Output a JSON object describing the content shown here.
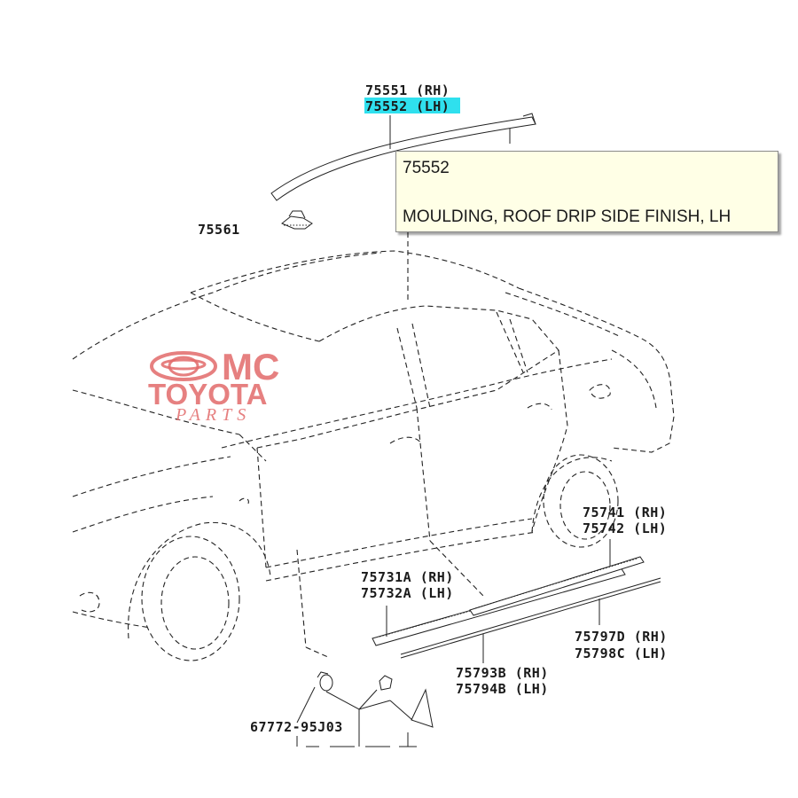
{
  "parts": {
    "p75551": "75551 (RH)",
    "p75552": "75552 (LH)",
    "p75561": "75561",
    "p75741": "75741 (RH)",
    "p75742": "75742 (LH)",
    "p75731A": "75731A (RH)",
    "p75732A": "75732A (LH)",
    "p75797D": "75797D (RH)",
    "p75798C": "75798C (LH)",
    "p75793B": "75793B (RH)",
    "p75794B": "75794B (LH)",
    "p67772": "67772-95J03"
  },
  "selected_part": "75552 (LH)",
  "tooltip": {
    "code": "75552",
    "description": "MOULDING, ROOF DRIP SIDE FINISH, LH"
  },
  "watermark": {
    "line1": "MC",
    "line2": "TOYOTA",
    "line3": "PARTS"
  },
  "colors": {
    "highlight": "#2fe0ee",
    "watermark": "#e26a6a",
    "tooltip_bg": "#ffffe6"
  }
}
